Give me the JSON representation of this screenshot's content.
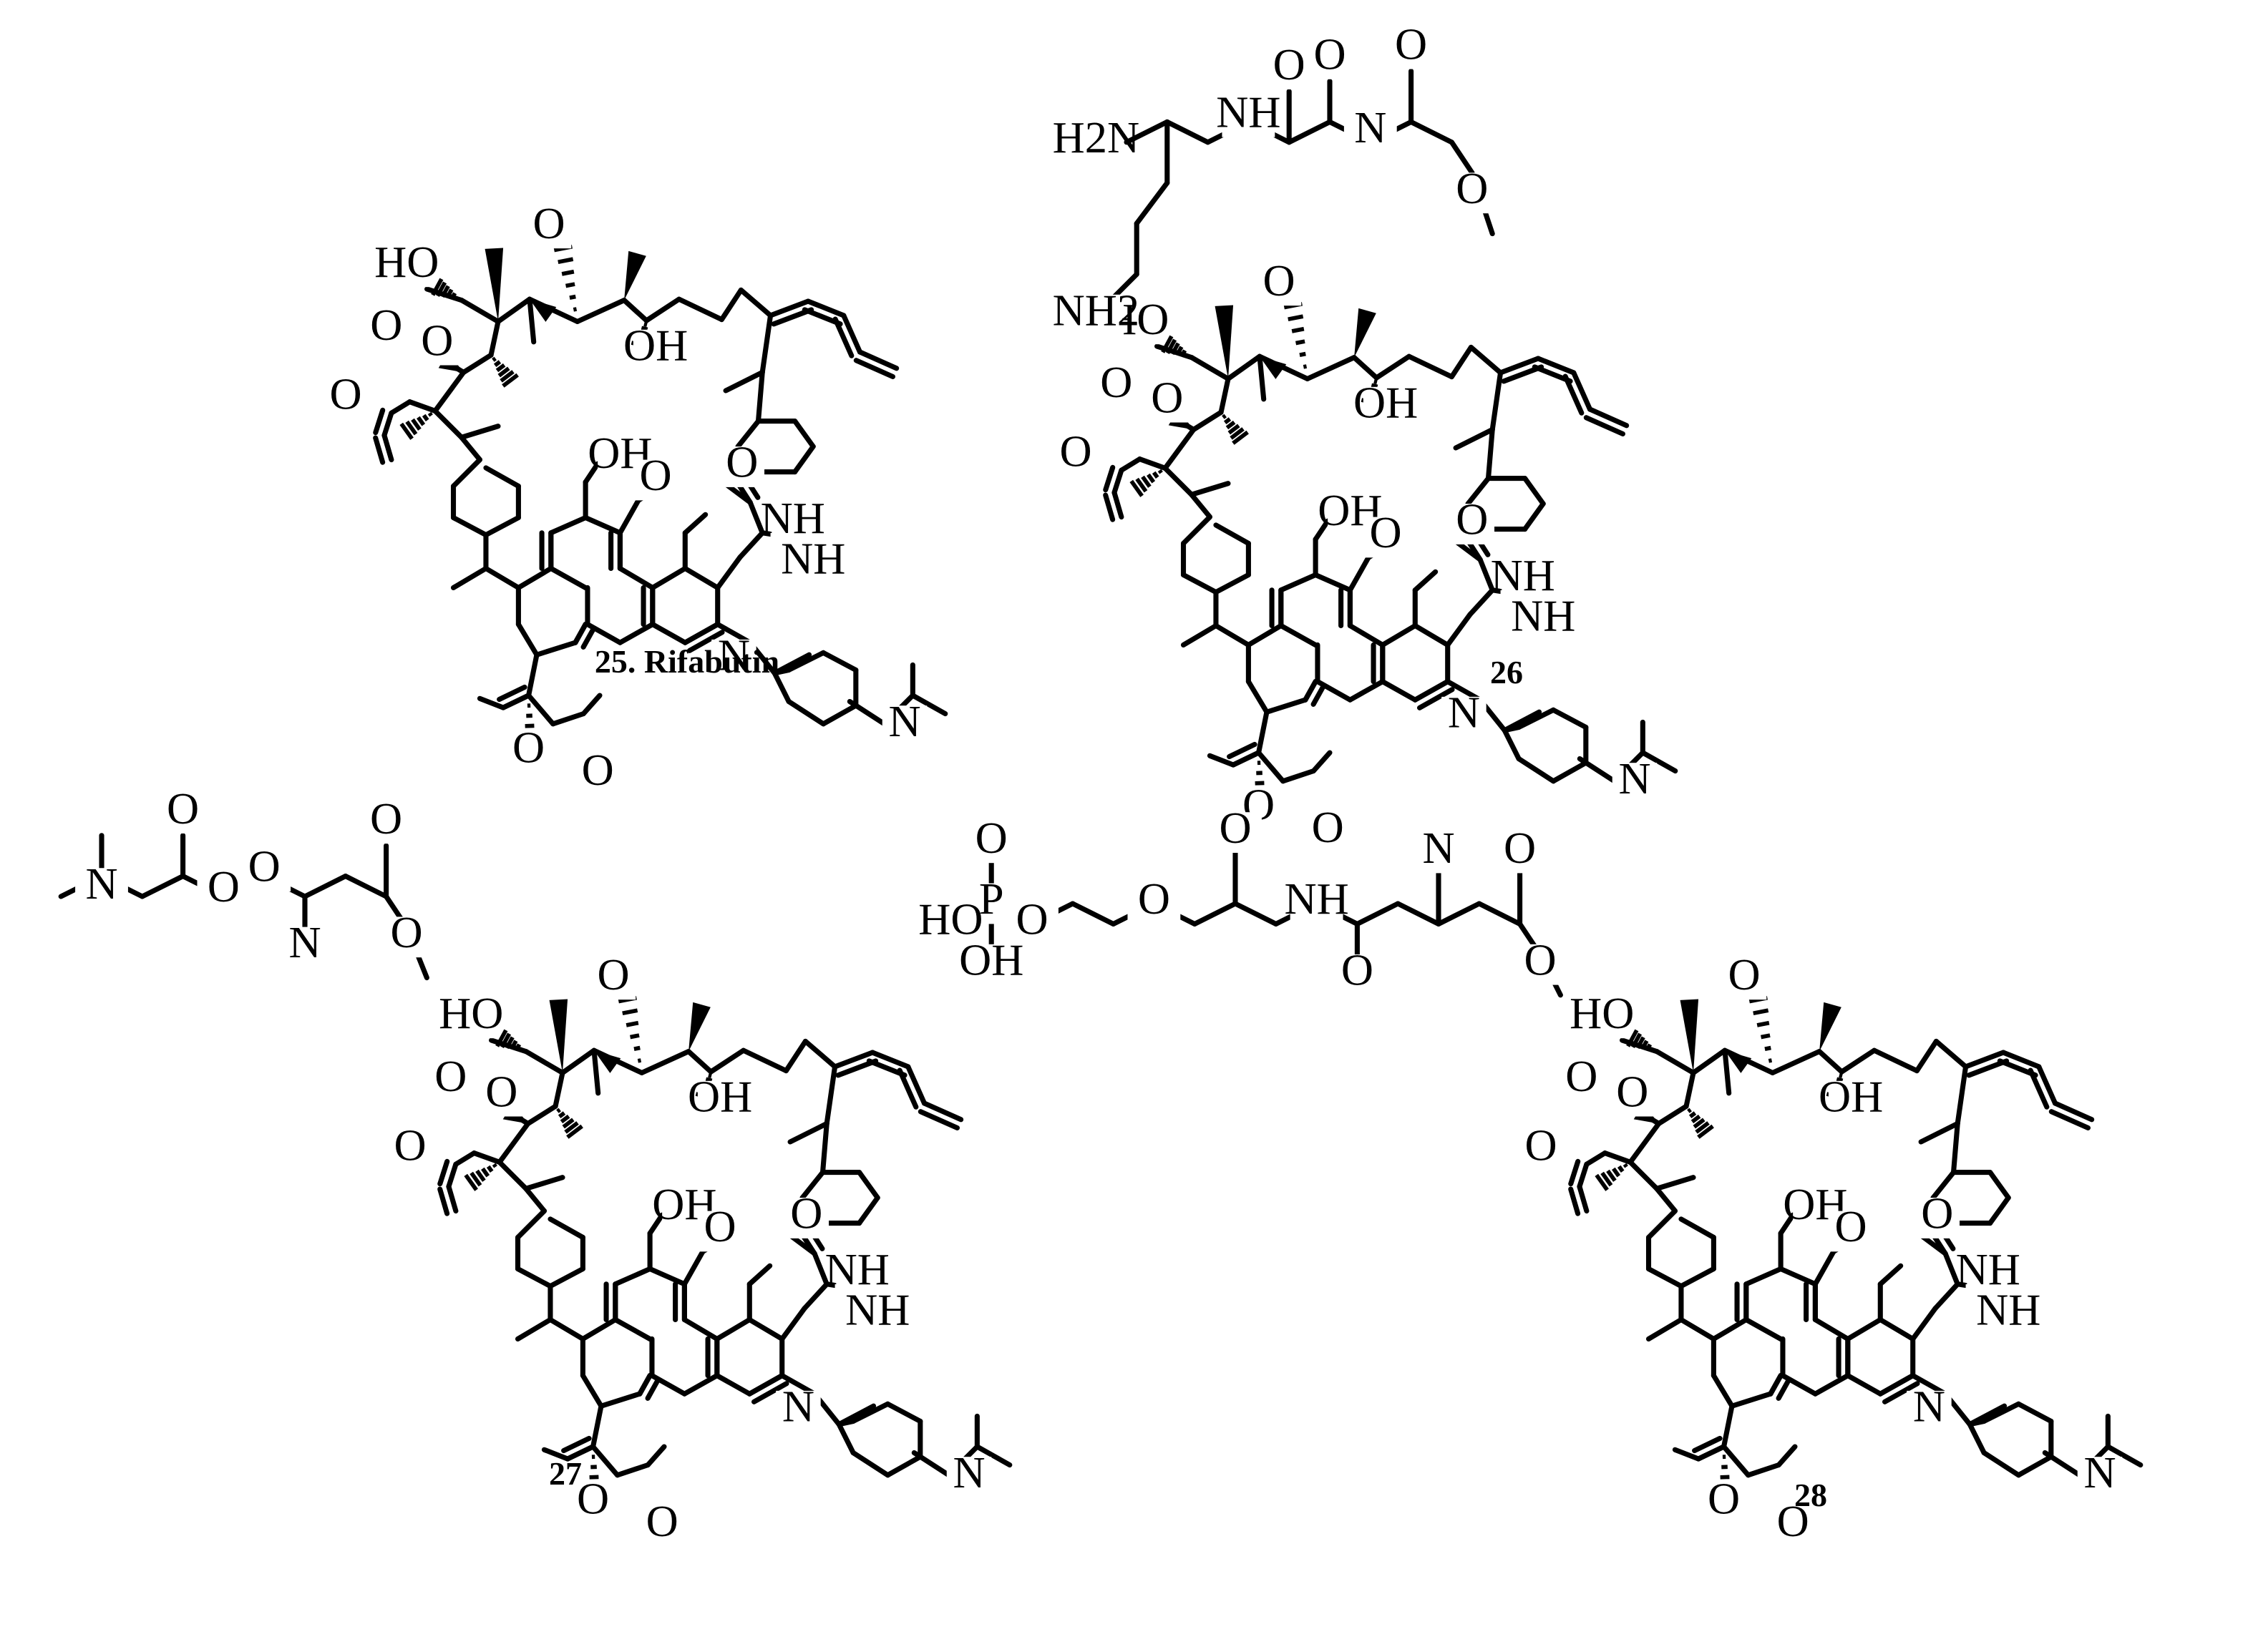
{
  "figure": {
    "compounds": [
      {
        "id": "compound-25",
        "caption": "25. Rifabutin",
        "prefix": []
      },
      {
        "id": "compound-26",
        "caption": "26",
        "prefix": [
          "H2N",
          "NH",
          "N",
          "O",
          "O",
          "O",
          "O",
          "NH2"
        ]
      },
      {
        "id": "compound-27",
        "caption": "27",
        "prefix": [
          "N",
          "O",
          "O",
          "N",
          "O",
          "O",
          "O"
        ]
      },
      {
        "id": "compound-28",
        "caption": "28",
        "prefix": [
          "O",
          "P",
          "HO",
          "O",
          "OH",
          "O",
          "O",
          "NH",
          "O",
          "N",
          "O",
          "O"
        ]
      }
    ],
    "core_labels": [
      "HO",
      "OH",
      "O",
      "O",
      "O",
      "OH",
      "O",
      "O",
      "NH",
      "O",
      "O",
      "O",
      "N",
      "NH",
      "N"
    ]
  }
}
